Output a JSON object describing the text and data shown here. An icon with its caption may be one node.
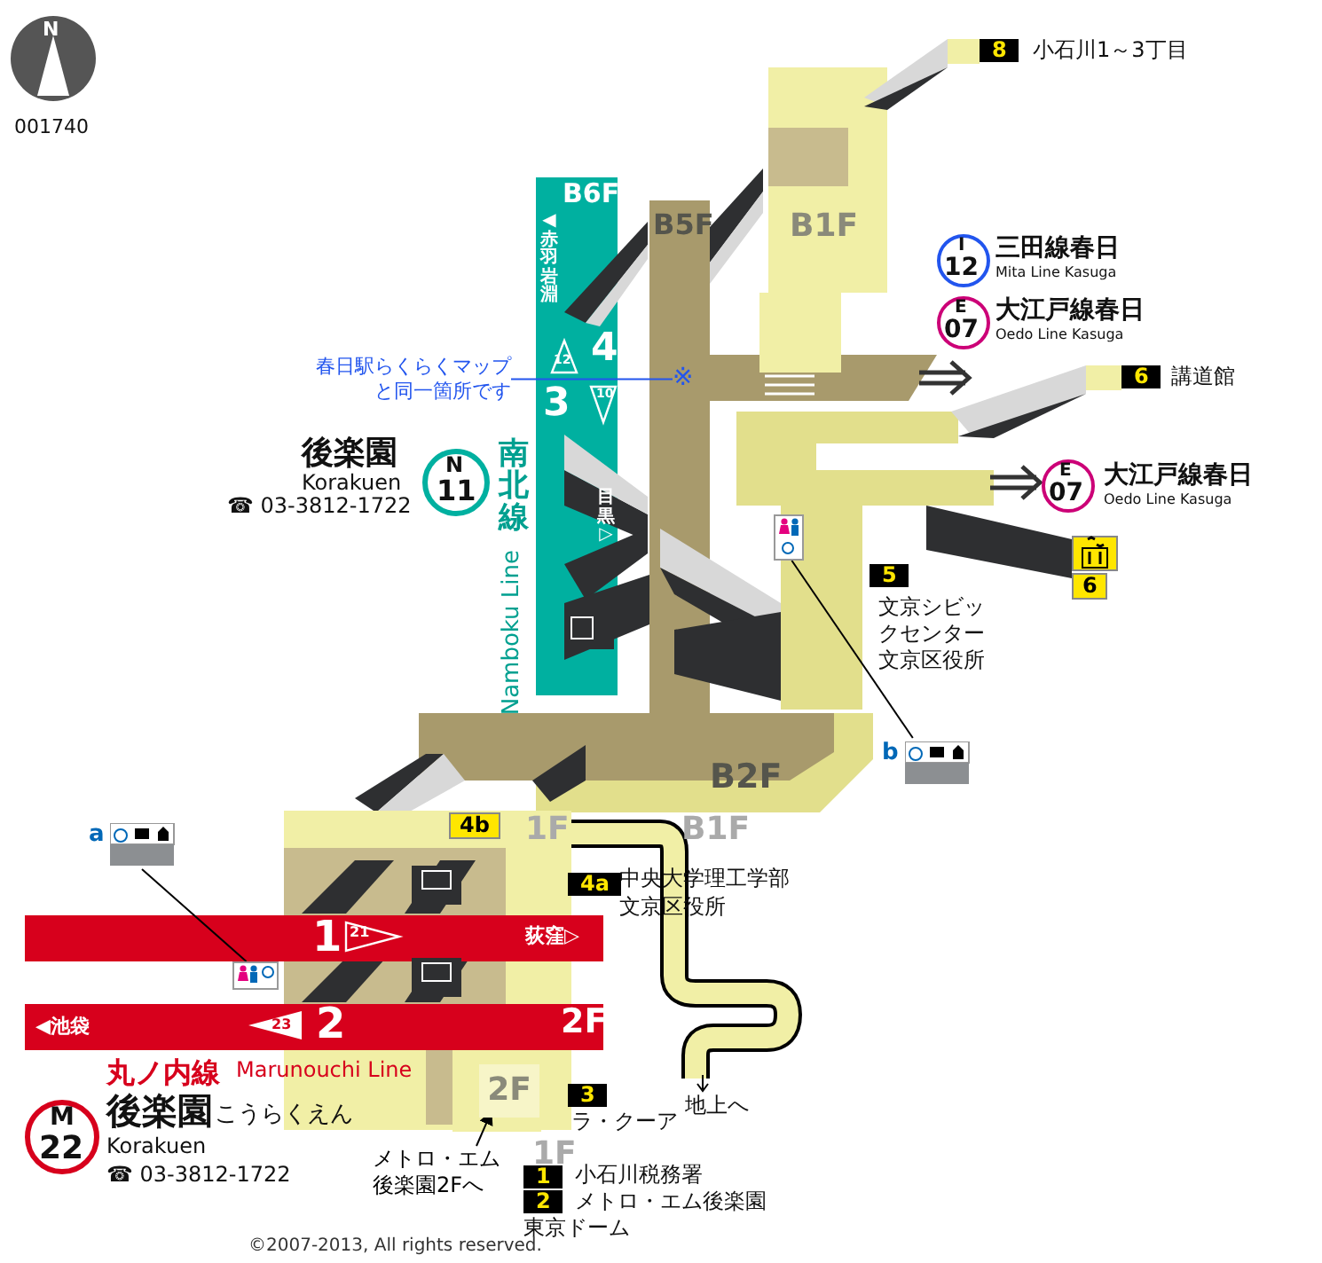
{
  "diagram": {
    "nodes": [
      {
        "text": [
          "a"
        ]
      },
      {
        "text": [],
        "shape": "picture"
      },
      {
        "text": [
          "b"
        ]
      },
      {
        "text": [],
        "shape": "picture"
      },
      {
        "text": [
          "春日駅らくらくマップと同一箇所です"
        ]
      },
      {
        "text": [
          "※"
        ]
      },
      {
        "text": [
          "メトロ・エム後楽園2Fへ"
        ]
      },
      {
        "text": [
          "2F"
        ]
      }
    ],
    "edges": [
      {
        "from": 0,
        "to": 1,
        "arrow": "none"
      },
      {
        "from": 3,
        "to": 2,
        "arrow": "none"
      },
      {
        "from": 4,
        "to": 5,
        "arrow": "none",
        "color": "#2255ee"
      },
      {
        "from": 6,
        "to": 7,
        "arrow": "to"
      }
    ],
    "labels": [
      "N",
      "001740",
      "B6F",
      "◀赤羽岩淵",
      "4",
      "12",
      "3",
      "10",
      "目黒▷",
      "後楽園",
      "Korakuen",
      "☎ 03-3812-1722",
      "N",
      "11",
      "南北線",
      "Namboku Line",
      "B5F",
      "B1F",
      "8",
      "小石川1～3丁目",
      "I",
      "12",
      "三田線春日",
      "Mita Line Kasuga",
      "E",
      "07",
      "大江戸線春日",
      "Oedo Line Kasuga",
      "6",
      "講道館",
      "E",
      "07",
      "大江戸線春日",
      "Oedo Line Kasuga",
      "6",
      "5",
      "文京シビックセンター",
      "文京区役所",
      "B2F",
      "4b",
      "1F",
      "B1F",
      "4a",
      "中央大学理工学部",
      "文京区役所",
      "1",
      "21",
      "荻窪▷",
      "◀池袋",
      "23",
      "2",
      "2F",
      "丸ノ内線",
      "Marunouchi Line",
      "M",
      "22",
      "後楽園",
      "こうらくえん",
      "Korakuen",
      "☎ 03-3812-1722",
      "3",
      "ラ・クーア",
      "1F",
      "1",
      "2",
      "小石川税務署",
      "メトロ・エム後楽園",
      "東京ドーム",
      "地上へ",
      "©2007-2013, All rights reserved."
    ]
  }
}
